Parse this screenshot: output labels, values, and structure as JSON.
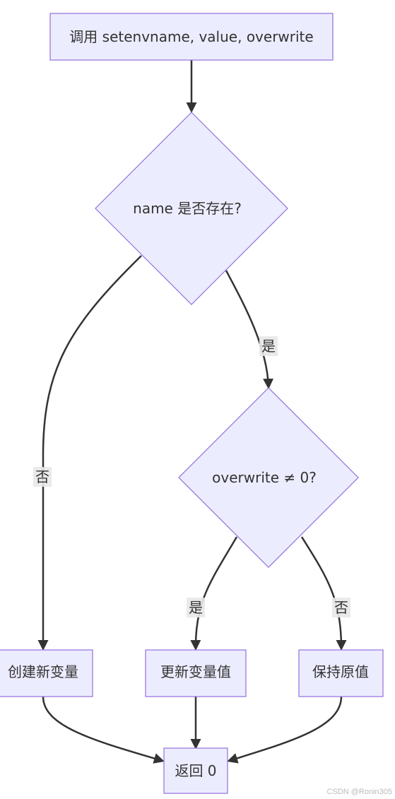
{
  "nodes": {
    "start": "调用 setenvname, value, overwrite",
    "check_exists": "name 是否存在?",
    "check_overwrite": "overwrite ≠ 0?",
    "create_var": "创建新变量",
    "update_var": "更新变量值",
    "keep_value": "保持原值",
    "return": "返回 0"
  },
  "edges": {
    "exists_yes": "是",
    "exists_no": "否",
    "overwrite_yes": "是",
    "overwrite_no": "否"
  },
  "watermark": "CSDN @Ronin305",
  "colors": {
    "node_fill": "#ececff",
    "node_stroke": "#9370db",
    "edge": "#333333",
    "text": "#333333"
  }
}
